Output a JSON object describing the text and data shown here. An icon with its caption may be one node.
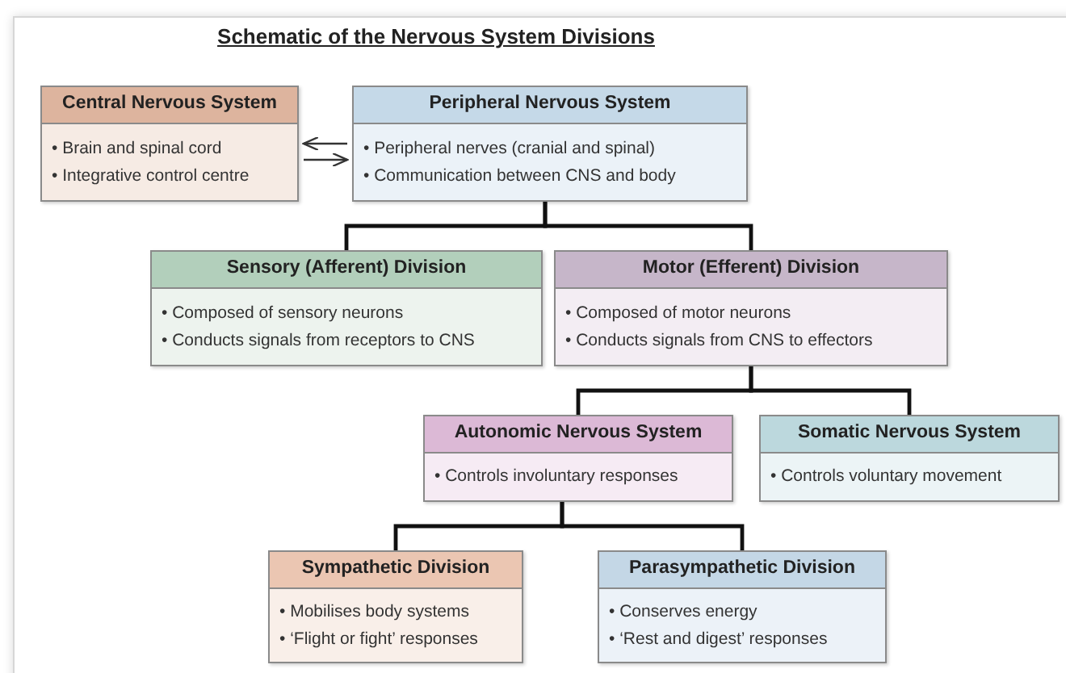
{
  "diagram": {
    "title": "Schematic of the Nervous System Divisions",
    "nodes": [
      {
        "text": [
          "Central Nervous System",
          "• Brain and spinal cord",
          "• Integrative control centre"
        ]
      },
      {
        "text": [
          "Peripheral Nervous System",
          "• Peripheral nerves (cranial and spinal)",
          "• Communication between CNS and body"
        ]
      },
      {
        "text": [
          "Sensory (Afferent) Division",
          "• Composed of sensory neurons",
          "• Conducts signals from receptors to CNS"
        ]
      },
      {
        "text": [
          "Motor (Efferent) Division",
          "• Composed of motor neurons",
          "• Conducts signals from CNS to effectors"
        ]
      },
      {
        "text": [
          "Autonomic Nervous System",
          "• Controls involuntary responses"
        ]
      },
      {
        "text": [
          "Somatic Nervous System",
          "• Controls voluntary movement"
        ]
      },
      {
        "text": [
          "Sympathetic Division",
          "• Mobilises body systems",
          "• ‘Flight or fight’ responses"
        ]
      },
      {
        "text": [
          "Parasympathetic Division",
          "• Conserves energy",
          "• ‘Rest and digest’ responses"
        ]
      }
    ],
    "edges": [
      {
        "from": 1,
        "to": 0,
        "arrow": "to"
      },
      {
        "from": 0,
        "to": 1,
        "arrow": "to"
      },
      {
        "from": 1,
        "to": 2,
        "arrow": "none"
      },
      {
        "from": 1,
        "to": 3,
        "arrow": "none"
      },
      {
        "from": 3,
        "to": 4,
        "arrow": "none"
      },
      {
        "from": 3,
        "to": 5,
        "arrow": "none"
      },
      {
        "from": 4,
        "to": 6,
        "arrow": "none"
      },
      {
        "from": 4,
        "to": 7,
        "arrow": "none"
      }
    ]
  }
}
